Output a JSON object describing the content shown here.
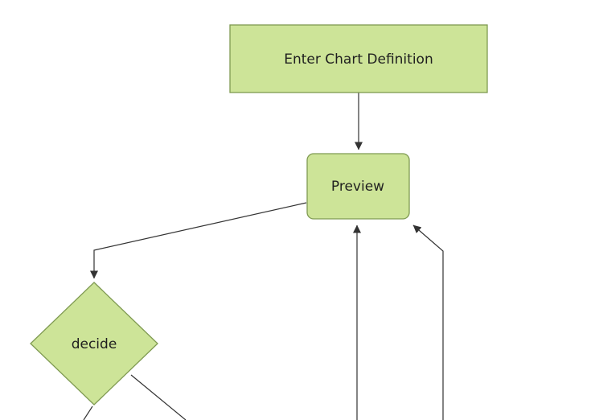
{
  "diagram": {
    "type": "flowchart",
    "orientation": "top-down",
    "colors": {
      "background": "#ffffff",
      "node_fill": "#cde498",
      "node_border": "#7f9a52",
      "edge": "#333333",
      "text": "#1f1f1f"
    },
    "nodes": [
      {
        "id": "A",
        "label": "Enter Chart Definition",
        "shape": "rectangle"
      },
      {
        "id": "B",
        "label": "Preview",
        "shape": "rounded-rectangle"
      },
      {
        "id": "C",
        "label": "decide",
        "shape": "diamond"
      }
    ],
    "edges": [
      {
        "from": "A",
        "to": "B",
        "arrow": true
      },
      {
        "from": "B",
        "to": "C",
        "arrow": true
      },
      {
        "from": "offscreen-bottom-center",
        "to": "B",
        "arrow": true
      },
      {
        "from": "offscreen-bottom-right",
        "to": "B",
        "arrow": true
      },
      {
        "from": "C",
        "to": "offscreen-bottom-left",
        "arrow": false
      },
      {
        "from": "C",
        "to": "offscreen-bottom-right",
        "arrow": false
      }
    ]
  }
}
